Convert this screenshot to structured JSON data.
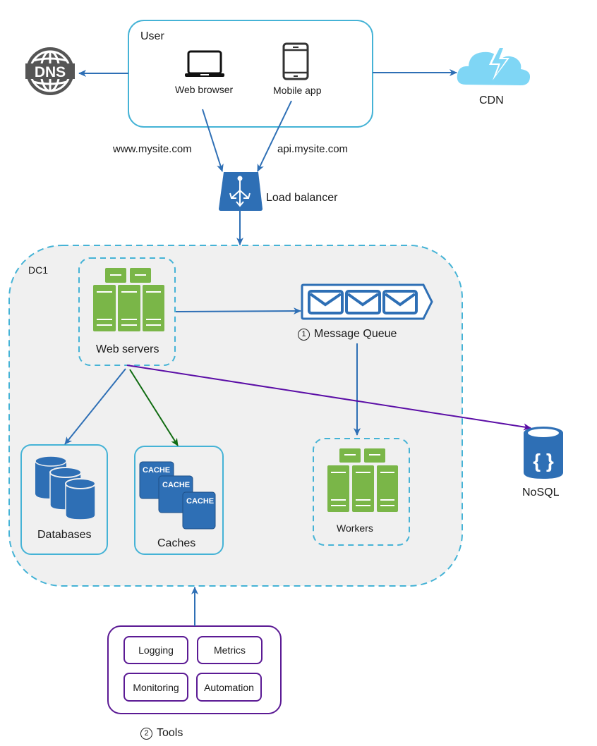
{
  "colors": {
    "primary_blue": "#2e6fb5",
    "container_cyan": "#45b3d6",
    "server_green": "#7ab648",
    "cdn_light_blue": "#7fd6f5",
    "dns_gray": "#555555",
    "nosql_arrow_purple": "#5b0ea6",
    "cache_arrow_green": "#0f6b10",
    "tools_purple": "#5b1a94",
    "dc_background": "#f0f0f0"
  },
  "nodes": {
    "user": {
      "label": "User"
    },
    "web_browser": {
      "label": "Web browser",
      "icon": "laptop-icon"
    },
    "mobile_app": {
      "label": "Mobile app",
      "icon": "mobile-phone-icon"
    },
    "dns": {
      "label": "DNS",
      "icon": "globe-icon"
    },
    "cdn": {
      "label": "CDN",
      "icon": "cloud-lightning-icon"
    },
    "load_balancer": {
      "label": "Load balancer",
      "icon": "load-balancer-icon"
    },
    "dc1": {
      "label": "DC1"
    },
    "web_servers": {
      "label": "Web servers",
      "icon": "server-rack-icon"
    },
    "message_queue": {
      "label": "Message Queue",
      "number": "1",
      "icon": "envelope-queue-icon"
    },
    "databases": {
      "label": "Databases",
      "icon": "database-cylinders-icon"
    },
    "caches": {
      "label": "Caches",
      "icon": "cache-stack-icon",
      "cache_text": "CACHE"
    },
    "workers": {
      "label": "Workers",
      "icon": "server-rack-icon"
    },
    "nosql": {
      "label": "NoSQL",
      "icon": "nosql-cylinder-icon"
    },
    "tools": {
      "label": "Tools",
      "number": "2",
      "items": [
        "Logging",
        "Metrics",
        "Monitoring",
        "Automation"
      ]
    }
  },
  "edge_labels": {
    "web_to_lb": "www.mysite.com",
    "mobile_to_lb": "api.mysite.com"
  },
  "edges": [
    {
      "from": "user",
      "to": "dns"
    },
    {
      "from": "user",
      "to": "cdn"
    },
    {
      "from": "web_browser",
      "to": "load_balancer",
      "label": "www.mysite.com"
    },
    {
      "from": "mobile_app",
      "to": "load_balancer",
      "label": "api.mysite.com"
    },
    {
      "from": "load_balancer",
      "to": "dc1"
    },
    {
      "from": "web_servers",
      "to": "message_queue"
    },
    {
      "from": "message_queue",
      "to": "workers"
    },
    {
      "from": "web_servers",
      "to": "databases"
    },
    {
      "from": "web_servers",
      "to": "caches"
    },
    {
      "from": "web_servers",
      "to": "nosql"
    },
    {
      "from": "tools",
      "to": "dc1"
    }
  ]
}
